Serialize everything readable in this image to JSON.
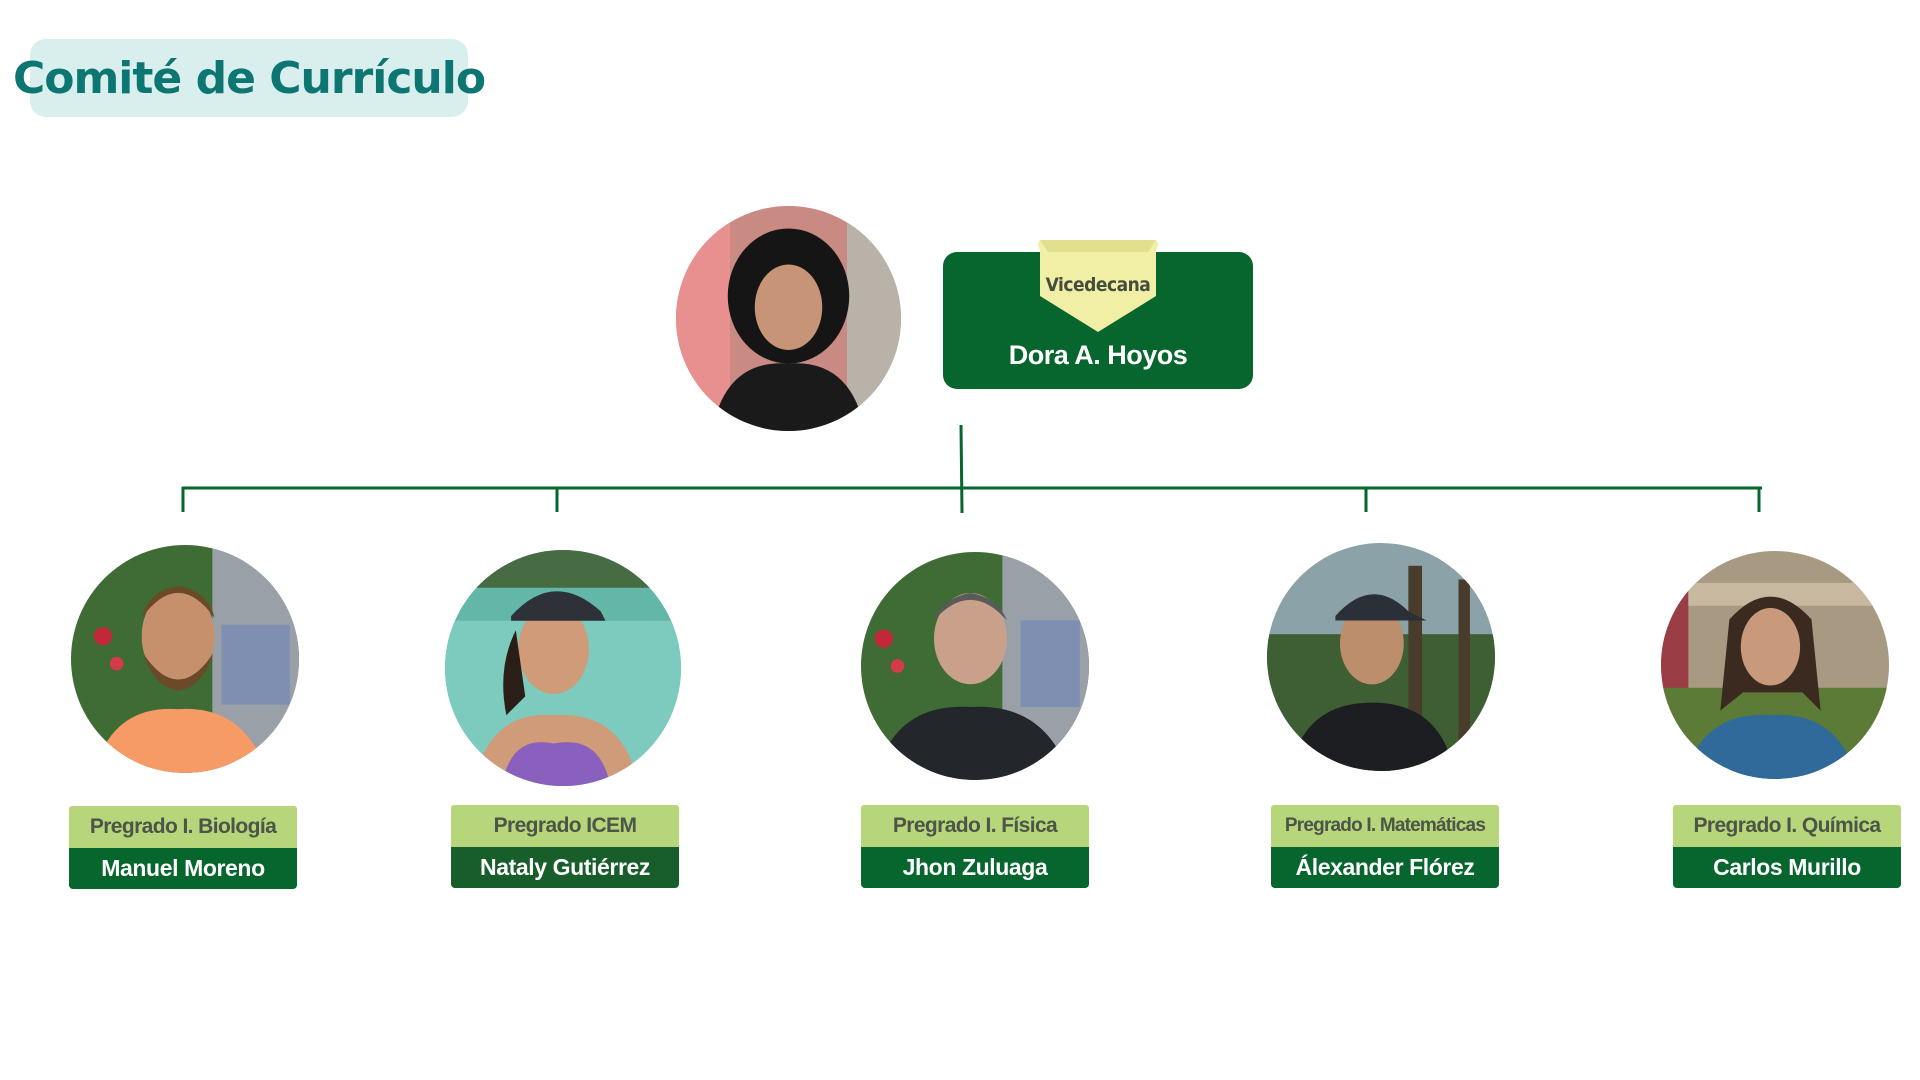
{
  "page": {
    "title": "Comité de Currículo"
  },
  "head": {
    "role": "Vicedecana",
    "name": "Dora A. Hoyos",
    "photo_icon": "person-photo"
  },
  "members": [
    {
      "role": "Pregrado I. Biología",
      "name": "Manuel Moreno",
      "photo_icon": "person-photo"
    },
    {
      "role": "Pregrado ICEM",
      "name": "Nataly Gutiérrez",
      "photo_icon": "person-photo"
    },
    {
      "role": "Pregrado I. Física",
      "name": "Jhon Zuluaga",
      "photo_icon": "person-photo"
    },
    {
      "role": "Pregrado I. Matemáticas",
      "name": "Álexander Flórez",
      "photo_icon": "person-photo"
    },
    {
      "role": "Pregrado I. Química",
      "name": "Carlos Murillo",
      "photo_icon": "person-photo"
    }
  ],
  "colors": {
    "title_bg": "#d8efee",
    "title_text": "#0d7572",
    "dark_green": "#06662e",
    "light_green": "#b7d57a",
    "ribbon_yellow": "#f1efa6",
    "connector": "#06662e"
  }
}
